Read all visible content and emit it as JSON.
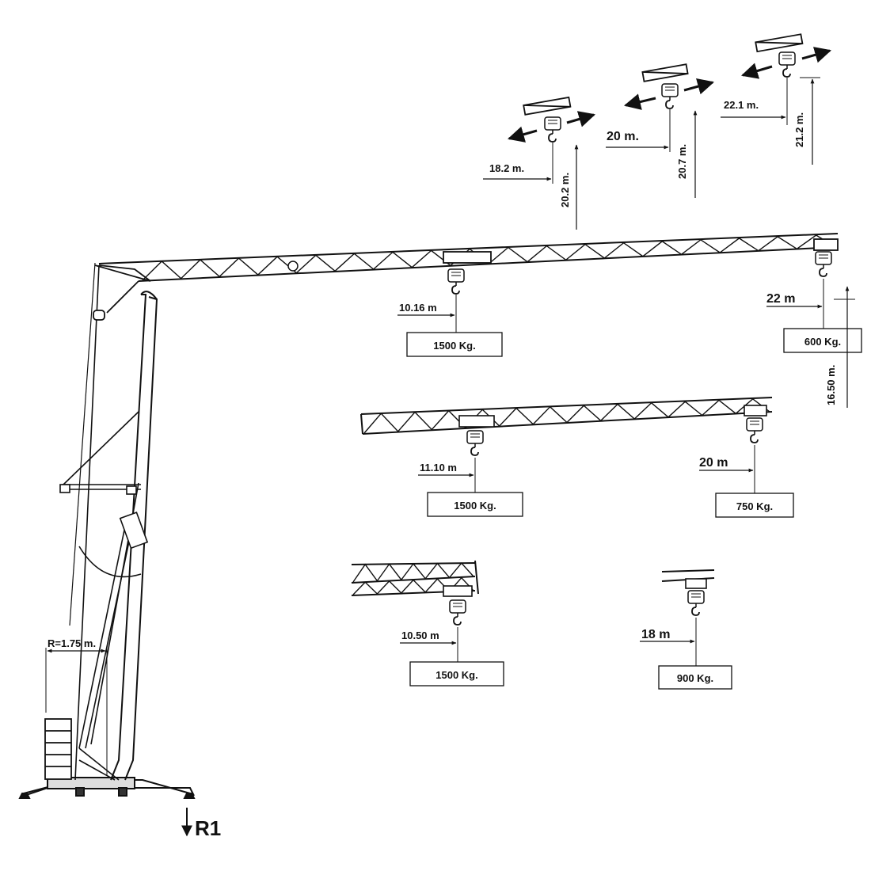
{
  "crane": {
    "base_radius_label": "R=1.75 m.",
    "reaction_label": "R1"
  },
  "configs": [
    {
      "id": "horizontal-full",
      "inner_reach": "10.16 m",
      "inner_load": "1500 Kg.",
      "tip_reach": "22 m",
      "tip_load": "600 Kg.",
      "tip_height": "16.50 m."
    },
    {
      "id": "horizontal-mid",
      "inner_reach": "11.10 m",
      "inner_load": "1500 Kg.",
      "tip_reach": "20 m",
      "tip_load": "750 Kg."
    },
    {
      "id": "horizontal-short",
      "inner_reach": "10.50 m",
      "inner_load": "1500 Kg.",
      "tip_reach": "18 m",
      "tip_load": "900 Kg."
    }
  ],
  "luffed": [
    {
      "reach": "18.2 m.",
      "height": "20.2 m."
    },
    {
      "reach": "20 m.",
      "height": "20.7 m."
    },
    {
      "reach": "22.1 m.",
      "height": "21.2 m."
    }
  ],
  "icons": [
    "hook-block-icon",
    "trolley-icon",
    "counterweight-icon",
    "arrow-down-icon"
  ]
}
